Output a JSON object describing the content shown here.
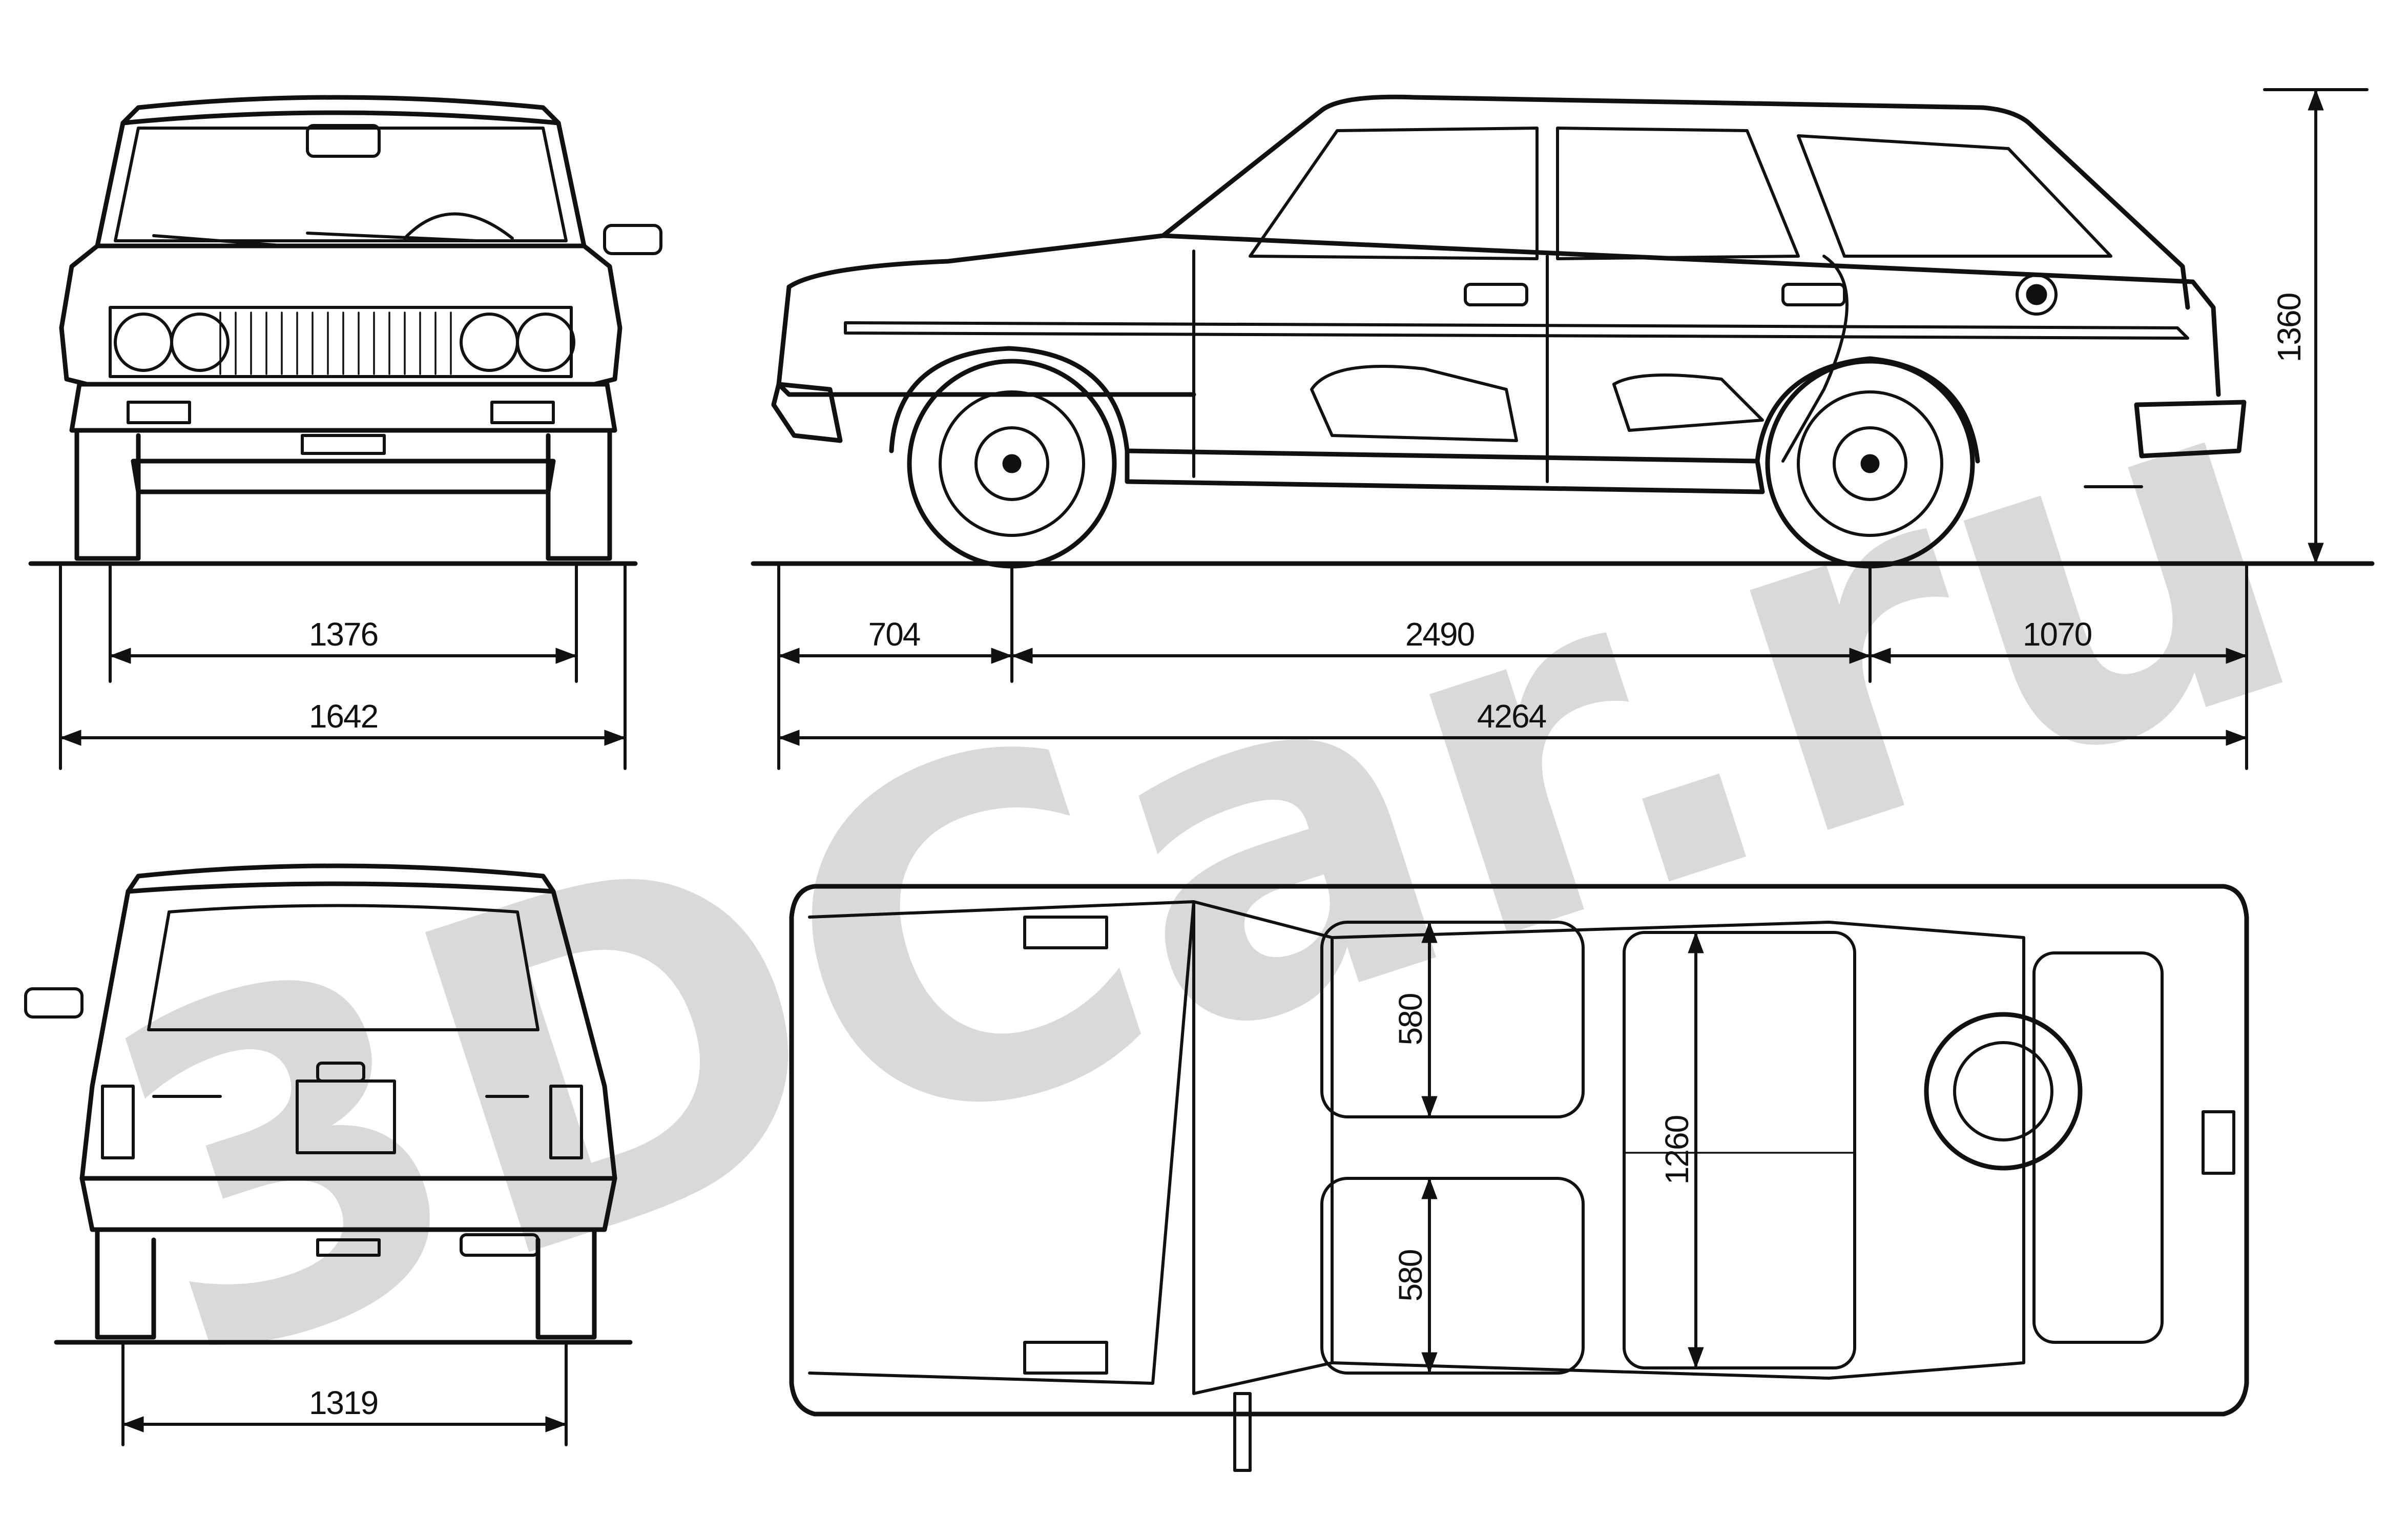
{
  "watermark": "3DCar.ru",
  "dimensions": {
    "front_track": "1376",
    "overall_width": "1642",
    "rear_track": "1319",
    "front_overhang": "704",
    "wheelbase": "2490",
    "rear_overhang": "1070",
    "overall_length": "4264",
    "overall_height": "1360",
    "front_seat_width_1": "580",
    "front_seat_width_2": "580",
    "interior_width": "1260"
  },
  "colors": {
    "ink": "#111111",
    "watermark": "#d9d9d9",
    "background": "#ffffff"
  },
  "icons": [
    "arrowhead-icon",
    "headlight-icon",
    "wheel-icon",
    "mirror-icon"
  ]
}
